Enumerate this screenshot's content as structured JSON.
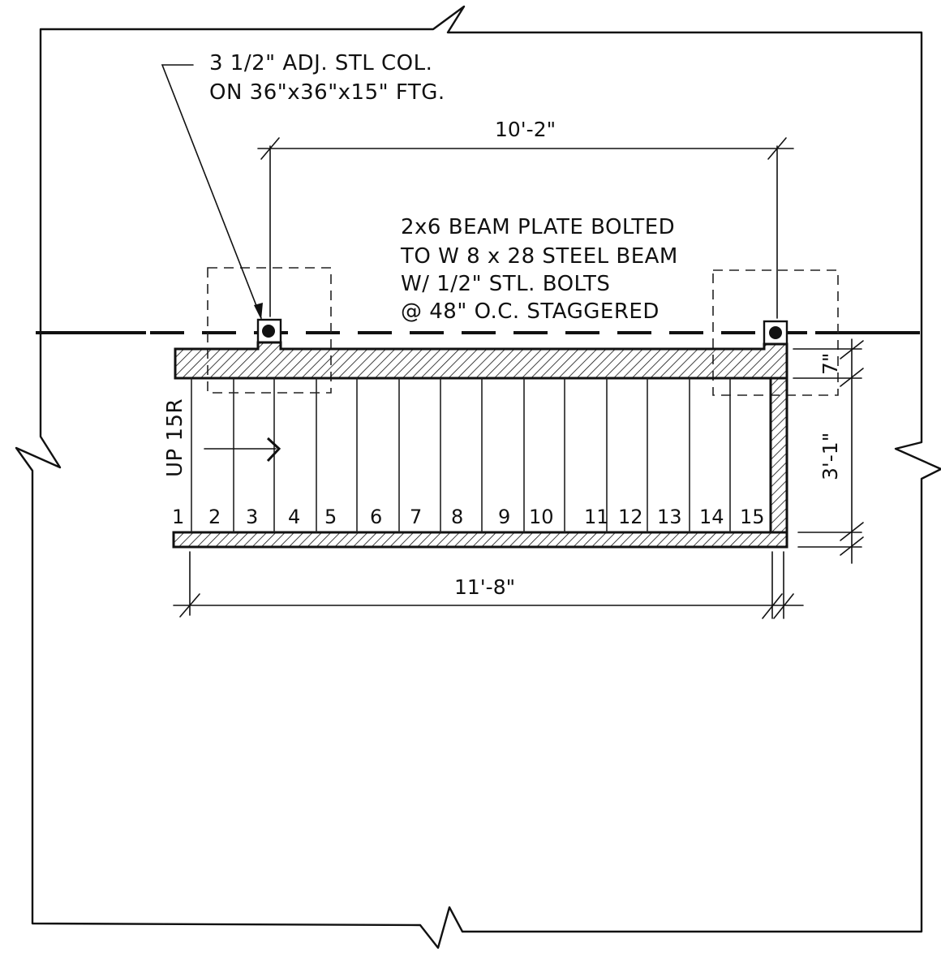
{
  "callouts": {
    "column_line1": "3 1/2\" ADJ. STL COL.",
    "column_line2": "ON 36\"x36\"x15\" FTG.",
    "beam_line1": "2x6 BEAM PLATE BOLTED",
    "beam_line2": "TO W 8 x 28 STEEL BEAM",
    "beam_line3": "W/ 1/2\" STL. BOLTS",
    "beam_line4": "@ 48\" O.C. STAGGERED"
  },
  "dimensions": {
    "top_span": "10'-2\"",
    "bottom_span": "11'-8\"",
    "wall_thickness": "7\"",
    "stair_width": "3'-1\""
  },
  "stair": {
    "direction_label": "UP 15R",
    "riser_numbers": [
      "1",
      "2",
      "3",
      "4",
      "5",
      "6",
      "7",
      "8",
      "9",
      "10",
      "11",
      "12",
      "13",
      "14",
      "15"
    ]
  }
}
